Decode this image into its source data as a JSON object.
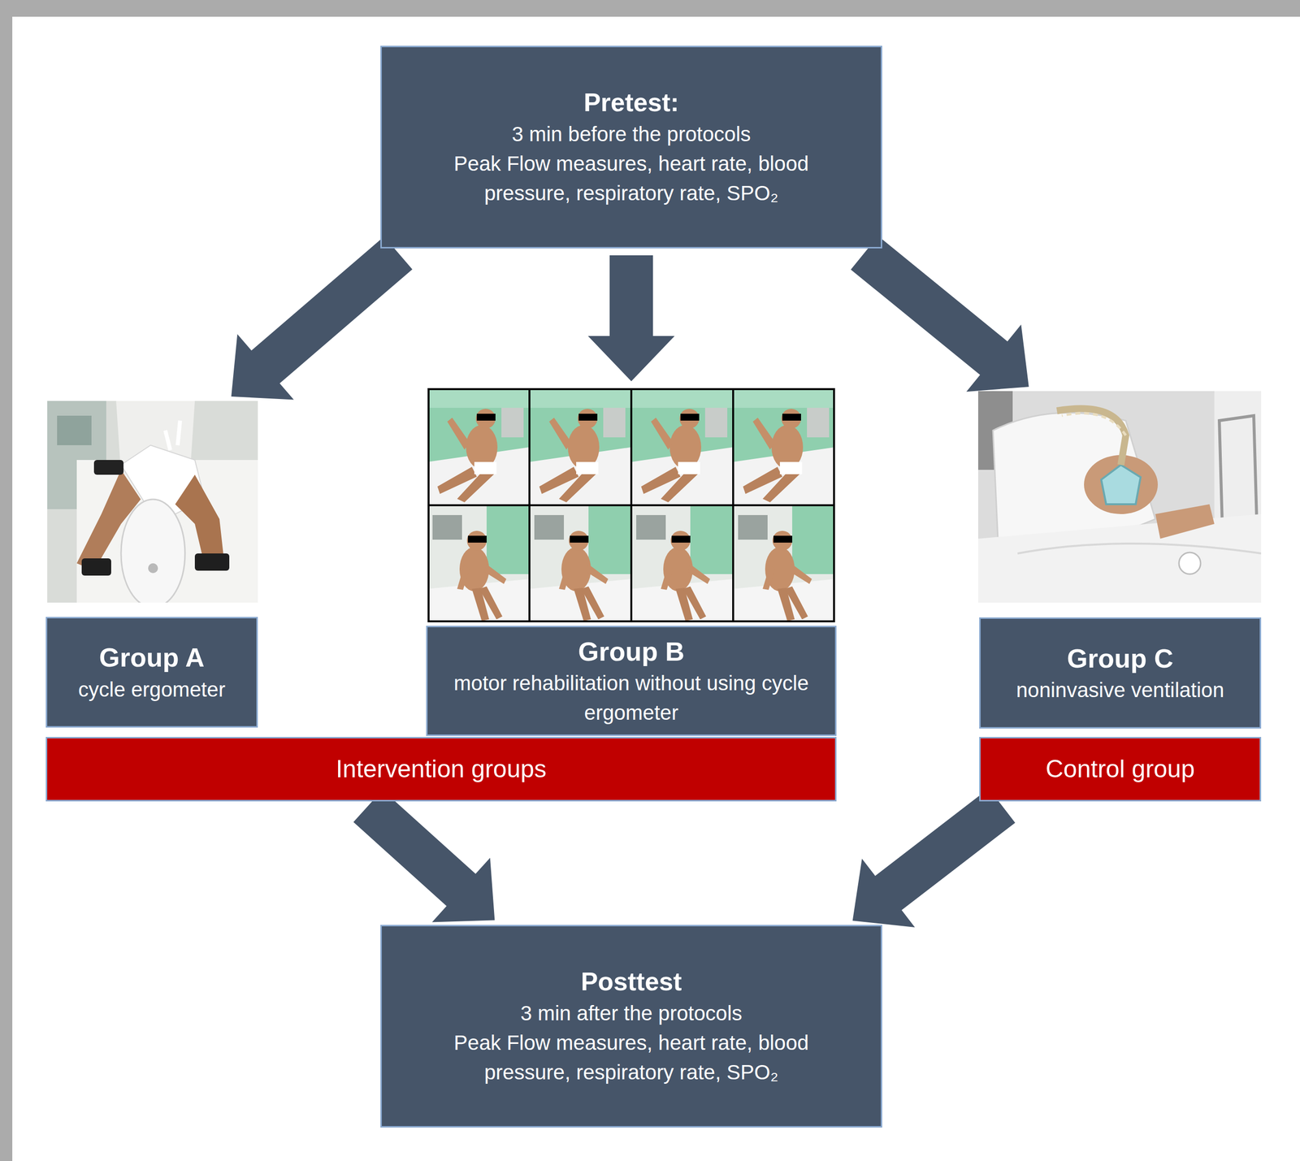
{
  "diagram": {
    "nodes": [
      {
        "text": [
          "Pretest:",
          "3 min before the protocols",
          "Peak Flow measures, heart rate, blood pressure, respiratory rate, SPO₂"
        ]
      },
      {
        "text": [
          "Group A",
          "cycle ergometer"
        ]
      },
      {
        "text": [
          "Group B",
          "motor rehabilitation without using cycle ergometer"
        ]
      },
      {
        "text": [
          "Group C",
          "noninvasive ventilation"
        ]
      },
      {
        "text": [
          "Intervention groups"
        ]
      },
      {
        "text": [
          "Control group"
        ]
      },
      {
        "text": [
          "Posttest",
          "3 min after the protocols",
          "Peak Flow measures, heart rate, blood pressure, respiratory rate, SPO₂"
        ]
      }
    ],
    "edges": [
      {
        "from": 0,
        "to": 1,
        "arrow": "to"
      },
      {
        "from": 0,
        "to": 2,
        "arrow": "to"
      },
      {
        "from": 0,
        "to": 3,
        "arrow": "to"
      },
      {
        "from": 4,
        "to": 6,
        "arrow": "to"
      },
      {
        "from": 5,
        "to": 6,
        "arrow": "to"
      }
    ]
  }
}
